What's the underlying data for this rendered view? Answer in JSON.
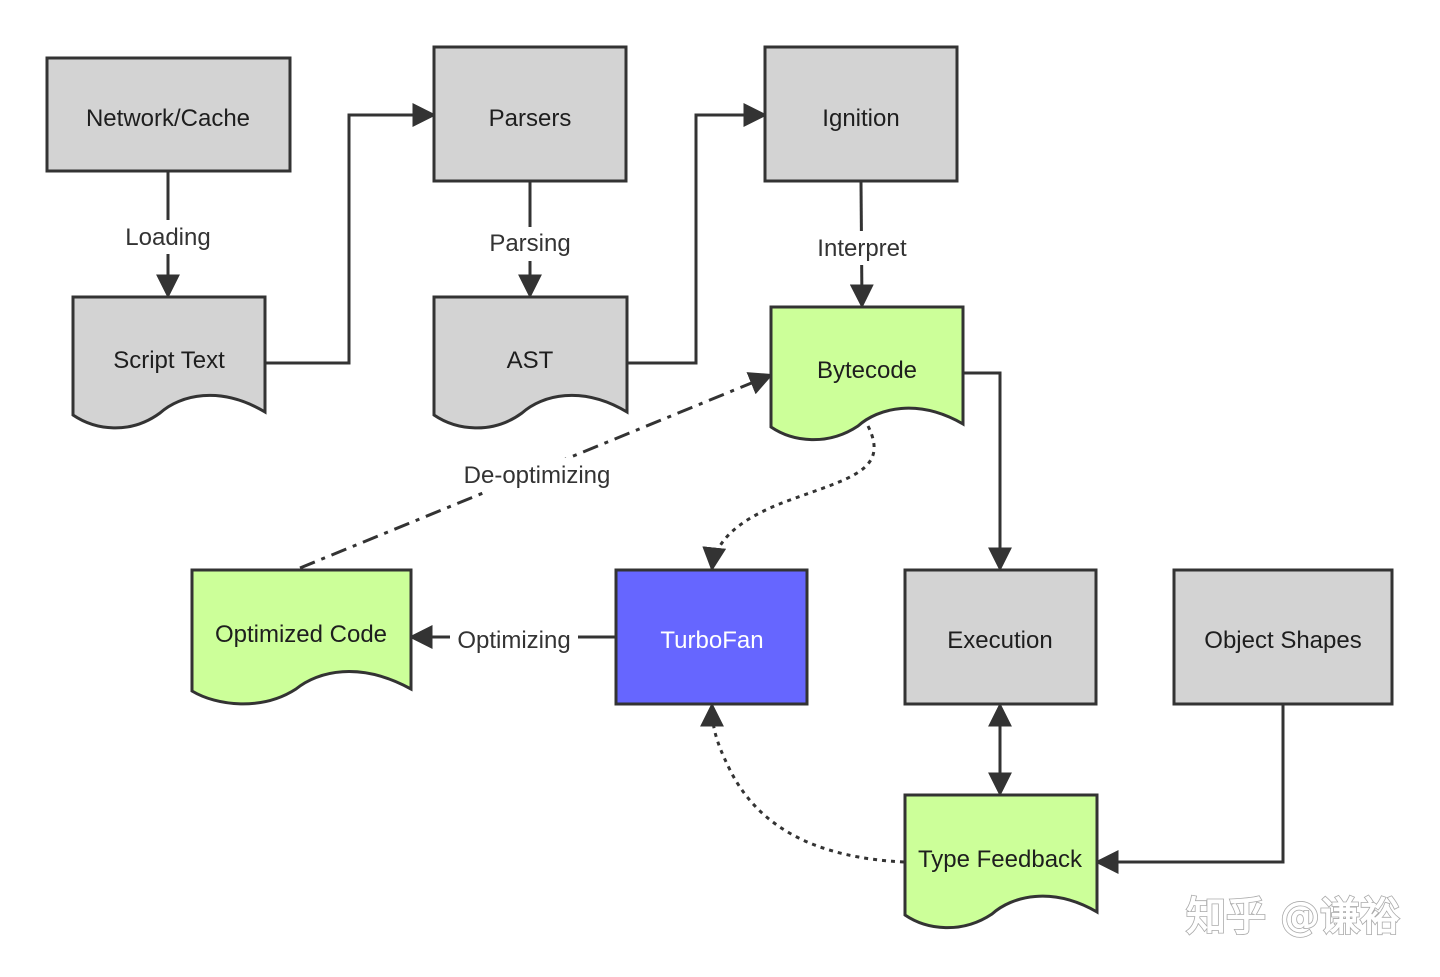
{
  "colors": {
    "gray": "#d3d3d3",
    "green": "#ccff99",
    "blue": "#6666ff",
    "stroke": "#333333",
    "edge": "#333333"
  },
  "nodes": {
    "network_cache": {
      "label": "Network/Cache",
      "shape": "box",
      "color": "gray"
    },
    "script_text": {
      "label": "Script Text",
      "shape": "document",
      "color": "gray"
    },
    "parsers": {
      "label": "Parsers",
      "shape": "box",
      "color": "gray"
    },
    "ast": {
      "label": "AST",
      "shape": "document",
      "color": "gray"
    },
    "ignition": {
      "label": "Ignition",
      "shape": "box",
      "color": "gray"
    },
    "bytecode": {
      "label": "Bytecode",
      "shape": "document",
      "color": "green"
    },
    "optimized_code": {
      "label": "Optimized Code",
      "shape": "document",
      "color": "green"
    },
    "turbofan": {
      "label": "TurboFan",
      "shape": "box",
      "color": "blue"
    },
    "execution": {
      "label": "Execution",
      "shape": "box",
      "color": "gray"
    },
    "object_shapes": {
      "label": "Object Shapes",
      "shape": "box",
      "color": "gray"
    },
    "type_feedback": {
      "label": "Type Feedback",
      "shape": "document",
      "color": "green"
    }
  },
  "edges": {
    "loading": {
      "from": "Network/Cache",
      "to": "Script Text",
      "label": "Loading",
      "style": "solid"
    },
    "script_to_parsers": {
      "from": "Script Text",
      "to": "Parsers",
      "label": "",
      "style": "solid"
    },
    "parsing": {
      "from": "Parsers",
      "to": "AST",
      "label": "Parsing",
      "style": "solid"
    },
    "ast_to_ignition": {
      "from": "AST",
      "to": "Ignition",
      "label": "",
      "style": "solid"
    },
    "interpret": {
      "from": "Ignition",
      "to": "Bytecode",
      "label": "Interpret",
      "style": "solid"
    },
    "bytecode_to_execution": {
      "from": "Bytecode",
      "to": "Execution",
      "label": "",
      "style": "solid"
    },
    "bytecode_to_turbofan": {
      "from": "Bytecode",
      "to": "TurboFan",
      "label": "",
      "style": "dotted"
    },
    "deoptimizing": {
      "from": "Optimized Code",
      "to": "Bytecode",
      "label": "De-optimizing",
      "style": "dash-dot"
    },
    "optimizing": {
      "from": "TurboFan",
      "to": "Optimized Code",
      "label": "Optimizing",
      "style": "solid"
    },
    "execution_type_feedback": {
      "from": "Execution",
      "to": "Type Feedback",
      "label": "",
      "style": "solid-bidirectional"
    },
    "shapes_to_feedback": {
      "from": "Object Shapes",
      "to": "Type Feedback",
      "label": "",
      "style": "solid"
    },
    "feedback_to_turbofan": {
      "from": "Type Feedback",
      "to": "TurboFan",
      "label": "",
      "style": "dotted"
    }
  },
  "watermark": {
    "text": "知乎 @谦裕"
  }
}
